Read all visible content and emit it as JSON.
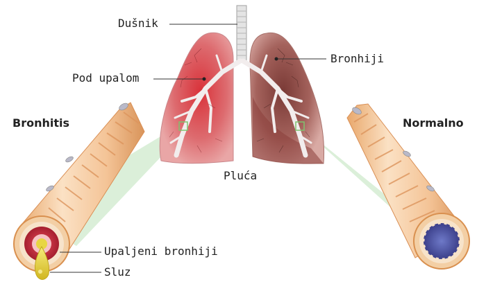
{
  "labels": {
    "trachea": "Dušnik",
    "inflamed": "Pod upalom",
    "bronchi": "Bronhiji",
    "bronchitis": "Bronhitis",
    "normal": "Normalno",
    "lungs": "Pluća",
    "inflamed_bronchi": "Upaljeni bronhiji",
    "mucus": "Sluz"
  },
  "colors": {
    "inflamed_lung": "#c8505a",
    "normal_lung": "#8c4a47",
    "tube_outer": "#f4c9a0",
    "normal_lumen": "#4b4f9c",
    "inflamed_lumen": "#c83a4a",
    "mucus": "#e8d642",
    "zoom_cone": "#c6e6c4"
  }
}
